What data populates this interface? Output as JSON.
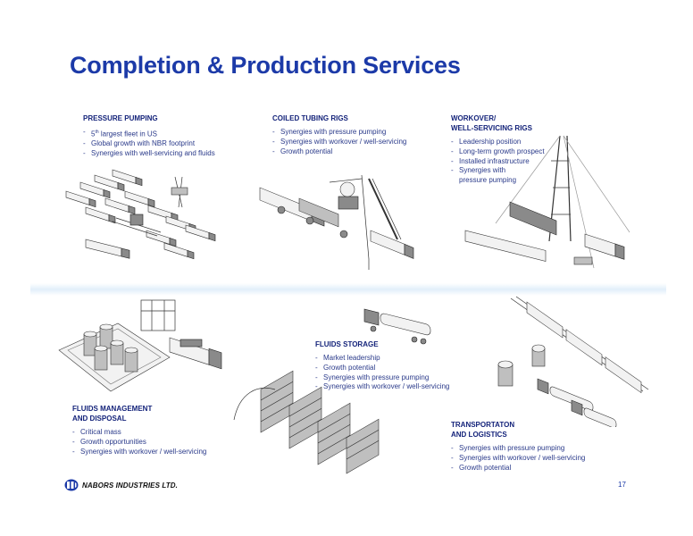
{
  "title": "Completion & Production Services",
  "sections": {
    "pressure_pumping": {
      "heading": "PRESSURE PUMPING",
      "bullets": [
        "5th largest fleet in US",
        "Global growth with NBR footprint",
        "Synergies with well-servicing and fluids"
      ],
      "superscript_prefix": "5",
      "superscript": "th",
      "superscript_rest": " largest fleet in US"
    },
    "coiled_tubing": {
      "heading": "COILED TUBING RIGS",
      "bullets": [
        "Synergies with pressure pumping",
        "Synergies with workover / well-servicing",
        "Growth potential"
      ]
    },
    "workover": {
      "heading_line1": "WORKOVER/",
      "heading_line2": "WELL-SERVICING RIGS",
      "bullets": [
        "Leadership position",
        "Long-term growth prospect",
        "Installed infrastructure"
      ],
      "last_bullet_line1": "Synergies with",
      "last_bullet_line2": "pressure pumping"
    },
    "fluids_storage": {
      "heading": "FLUIDS STORAGE",
      "bullets": [
        "Market leadership",
        "Growth potential",
        "Synergies with pressure pumping",
        "Synergies with workover / well-servicing"
      ]
    },
    "fluids_management": {
      "heading_line1": "FLUIDS MANAGEMENT",
      "heading_line2": "AND DISPOSAL",
      "bullets": [
        "Critical mass",
        "Growth opportunities",
        "Synergies with workover / well-servicing"
      ]
    },
    "transportation": {
      "heading_line1": "TRANSPORTATON",
      "heading_line2": "AND LOGISTICS",
      "bullets": [
        "Synergies with pressure pumping",
        "Synergies with workover / well-servicing",
        "Growth potential"
      ]
    }
  },
  "footer": {
    "logo_text": "NABORS INDUSTRIES LTD.",
    "page_number": "17",
    "logo_icon": "nabors-logo-icon"
  },
  "colors": {
    "title": "#1c3aa8",
    "text": "#2a3a8a",
    "heading": "#14237a",
    "band": "#e2effa"
  }
}
